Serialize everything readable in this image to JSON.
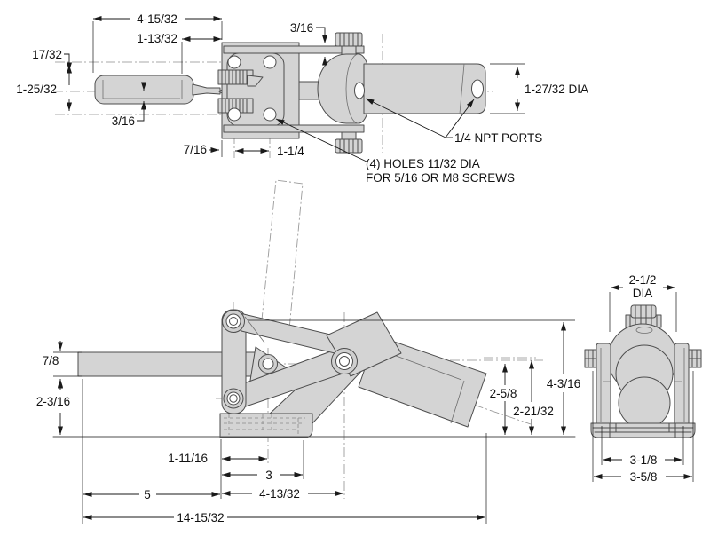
{
  "drawing": {
    "type": "engineering-dimension-drawing",
    "subject": "pneumatic toggle clamp (3 orthographic views)",
    "units": "inches (fractional)"
  },
  "colors": {
    "background": "#ffffff",
    "part_fill": "#d4d4d4",
    "part_outline": "#4d4d4d",
    "dimension_line": "#1a1a1a",
    "centerline": "#8f8f8f"
  },
  "dims": {
    "top": {
      "overall_to_plate": "4-15/32",
      "grip_to_plate": "1-13/32",
      "handle_offset": "17/32",
      "handle_swing": "1-25/32",
      "rod_half": "3/16",
      "bracket_thickness": "3/16",
      "edge_to_hole": "7/16",
      "hole_spacing": "1-1/4",
      "cylinder_dia": "1-27/32 DIA"
    },
    "side": {
      "bar_height": "7/8",
      "bar_to_base": "2-3/16",
      "base_to_pivot": "1-11/16",
      "base_to_hole": "3",
      "base_to_clevis": "4-13/32",
      "bar_reach": "5",
      "overall_length": "14-15/32",
      "centerline_height": "2-5/8",
      "cylinder_centerline": "2-21/32",
      "overall_height": "4-3/16"
    },
    "end": {
      "flange_dia_value": "2-1/2",
      "flange_dia_suffix": "DIA",
      "inner_width": "3-1/8",
      "outer_width": "3-5/8"
    },
    "notes": {
      "ports": "1/4 NPT PORTS",
      "holes_line1": "(4) HOLES 11/32 DIA",
      "holes_line2": "FOR 5/16 OR M8 SCREWS"
    }
  }
}
